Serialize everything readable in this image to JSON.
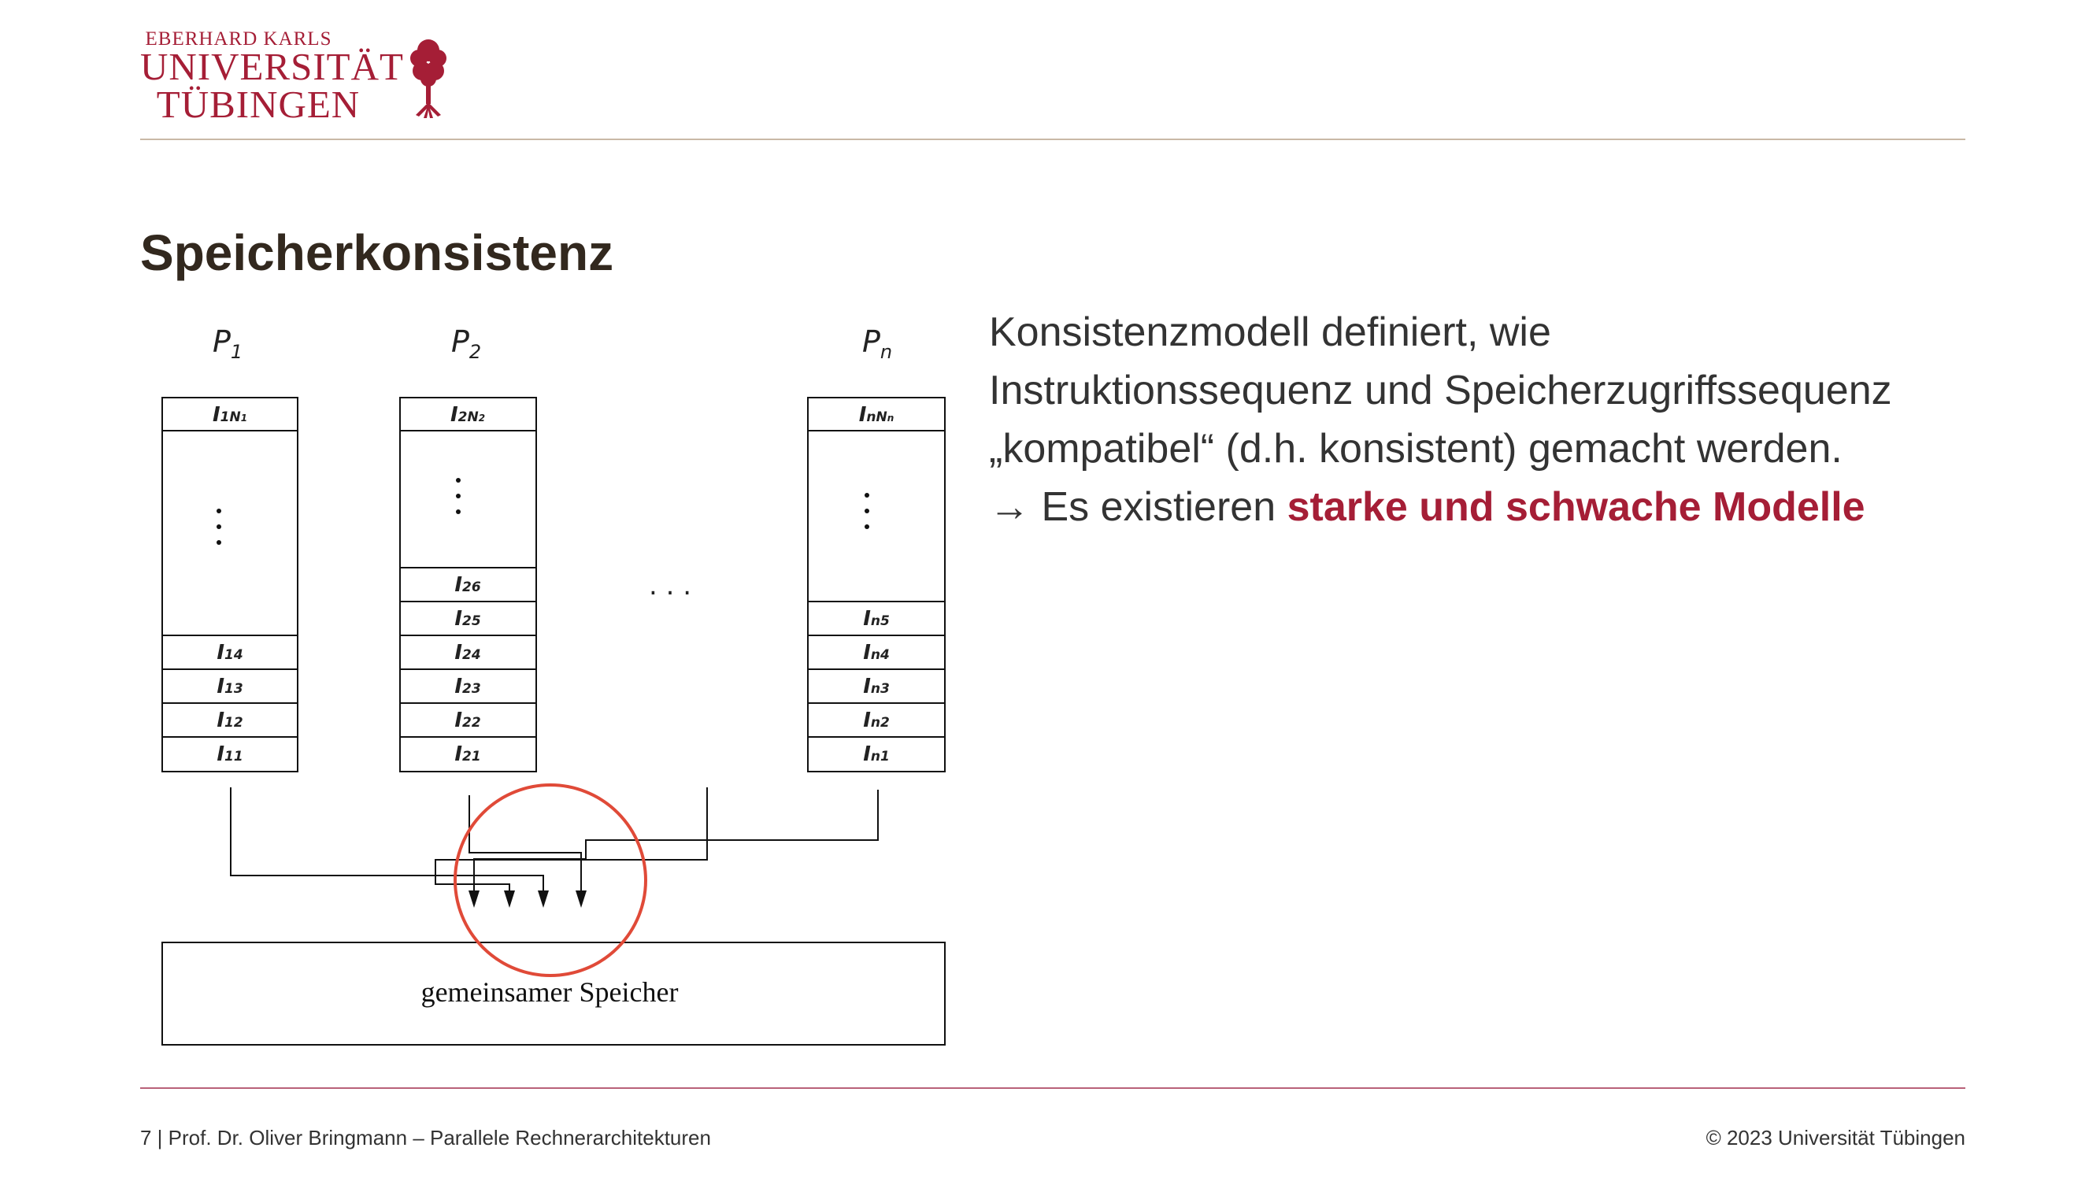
{
  "logo": {
    "line_small": "EBERHARD KARLS",
    "line1": "UNIVERSITÄT",
    "line2": "TÜBINGEN"
  },
  "slide": {
    "title": "Speicherkonsistenz"
  },
  "diagram": {
    "processors": [
      {
        "label": "P",
        "sub": "1"
      },
      {
        "label": "P",
        "sub": "2"
      },
      {
        "label": "P",
        "sub": "n"
      }
    ],
    "col1": {
      "top": {
        "main": "I",
        "sub": "1N",
        "subsub": "1"
      },
      "rows": [
        {
          "main": "I",
          "sub": "14"
        },
        {
          "main": "I",
          "sub": "13"
        },
        {
          "main": "I",
          "sub": "12"
        },
        {
          "main": "I",
          "sub": "11"
        }
      ]
    },
    "col2": {
      "top": {
        "main": "I",
        "sub": "2N",
        "subsub": "2"
      },
      "rows": [
        {
          "main": "I",
          "sub": "26"
        },
        {
          "main": "I",
          "sub": "25"
        },
        {
          "main": "I",
          "sub": "24"
        },
        {
          "main": "I",
          "sub": "23"
        },
        {
          "main": "I",
          "sub": "22"
        },
        {
          "main": "I",
          "sub": "21"
        }
      ]
    },
    "col3": {
      "top": {
        "main": "I",
        "sub": "nN",
        "subsub": "n"
      },
      "rows": [
        {
          "main": "I",
          "sub": "n5"
        },
        {
          "main": "I",
          "sub": "n4"
        },
        {
          "main": "I",
          "sub": "n3"
        },
        {
          "main": "I",
          "sub": "n2"
        },
        {
          "main": "I",
          "sub": "n1"
        }
      ]
    },
    "ellipsis": ". . .",
    "memory_label": "gemeinsamer Speicher"
  },
  "text": {
    "line1": "Konsistenzmodell definiert, wie",
    "line2": "Instruktionssequenz und Speicherzugriffssequenz",
    "line3": "„kompatibel“ (d.h. konsistent) gemacht werden.",
    "arrow": "→",
    "line4_plain": " Es existieren ",
    "line4_accent": "starke und schwache Modelle"
  },
  "footer": {
    "left": "7 | Prof. Dr. Oliver Bringmann – Parallele Rechnerarchitekturen",
    "right": "© 2023 Universität Tübingen"
  },
  "colors": {
    "brand_red": "#a51e36",
    "title_dark": "#32281e",
    "highlight_circle": "#e04a38"
  }
}
